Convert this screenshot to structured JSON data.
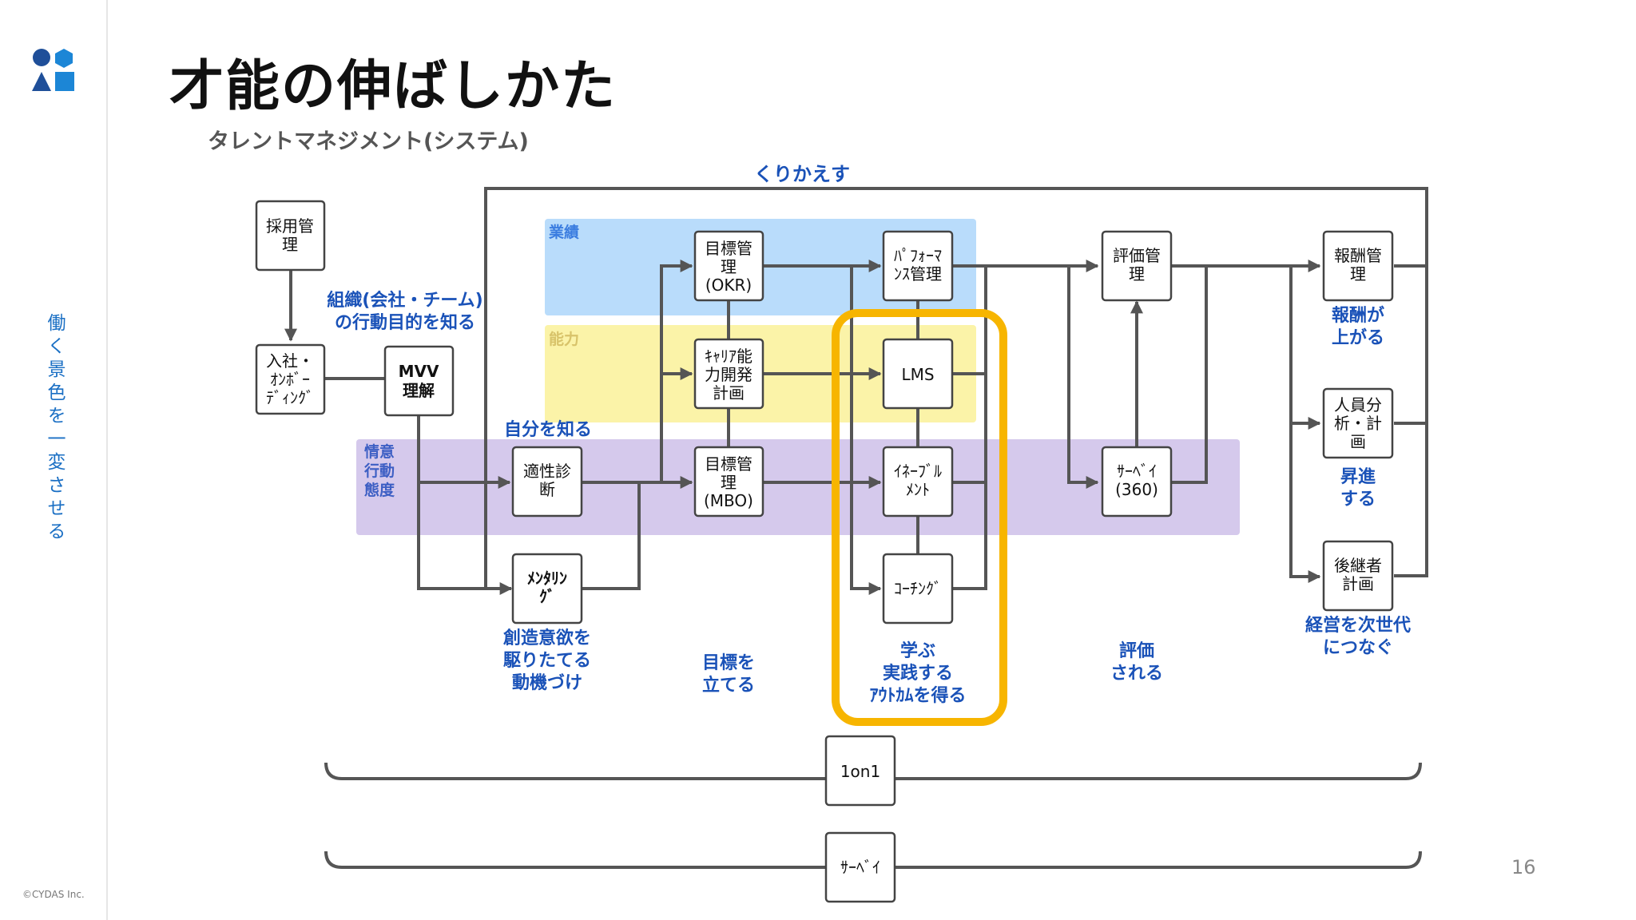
{
  "page": {
    "title": "才能の伸ばしかた",
    "subtitle": "タレントマネジメント(システム)",
    "sidebar_text": "働く景色を一変させる",
    "copyright": "©CYDAS Inc.",
    "page_number": "16"
  },
  "colors": {
    "accent_blue": "#1a6fc4",
    "label_blue": "#1a52b8",
    "band_performance": "#b9dcfb",
    "band_ability": "#fbf3a8",
    "band_attitude": "#d5c9ec",
    "highlight": "#f7b500"
  },
  "diagram": {
    "repeat_label": "くりかえす",
    "bands": {
      "performance": "業績",
      "ability": "能力",
      "attitude": [
        "情意",
        "行動",
        "態度"
      ]
    },
    "boxes": {
      "recruit": [
        "採用管",
        "理"
      ],
      "onboard": [
        "入社・",
        "ｵﾝﾎﾞｰ",
        "ﾃﾞｨﾝｸﾞ"
      ],
      "mvv": [
        "MVV",
        "理解"
      ],
      "aptitude": [
        "適性診",
        "断"
      ],
      "mentoring": [
        "ﾒﾝﾀﾘﾝ",
        "ｸﾞ"
      ],
      "okr": [
        "目標管",
        "理",
        "(OKR)"
      ],
      "career": [
        "ｷｬﾘｱ能",
        "力開発",
        "計画"
      ],
      "mbo": [
        "目標管",
        "理",
        "(MBO)"
      ],
      "performance_mgmt": [
        "ﾊﾟﾌｫｰﾏ",
        "ﾝｽ管理"
      ],
      "lms": [
        "LMS"
      ],
      "enablement": [
        "ｲﾈｰﾌﾞﾙ",
        "ﾒﾝﾄ"
      ],
      "coaching": [
        "ｺｰﾁﾝｸﾞ"
      ],
      "evaluation": [
        "評価管",
        "理"
      ],
      "survey360": [
        "ｻｰﾍﾞｲ",
        "(360)"
      ],
      "reward": [
        "報酬管",
        "理"
      ],
      "staffing": [
        "人員分",
        "析・計",
        "画"
      ],
      "succession": [
        "後継者",
        "計画"
      ],
      "one_on_one": [
        "1on1"
      ],
      "survey": [
        "ｻｰﾍﾞｲ"
      ]
    },
    "labels": {
      "org_purpose": [
        "組織(会社・チーム)",
        "の行動目的を知る"
      ],
      "know_self": [
        "自分を知る"
      ],
      "motivate": [
        "創造意欲を",
        "駆りたてる",
        "動機づけ"
      ],
      "set_goals": [
        "目標を",
        "立てる"
      ],
      "learn": [
        "学ぶ",
        "実践する",
        "ｱｳﾄｶﾑを得る"
      ],
      "evaluated": [
        "評価",
        "される"
      ],
      "pay_up": [
        "報酬が",
        "上がる"
      ],
      "promote": [
        "昇進",
        "する"
      ],
      "next_gen": [
        "経営を次世代",
        "につなぐ"
      ]
    }
  }
}
